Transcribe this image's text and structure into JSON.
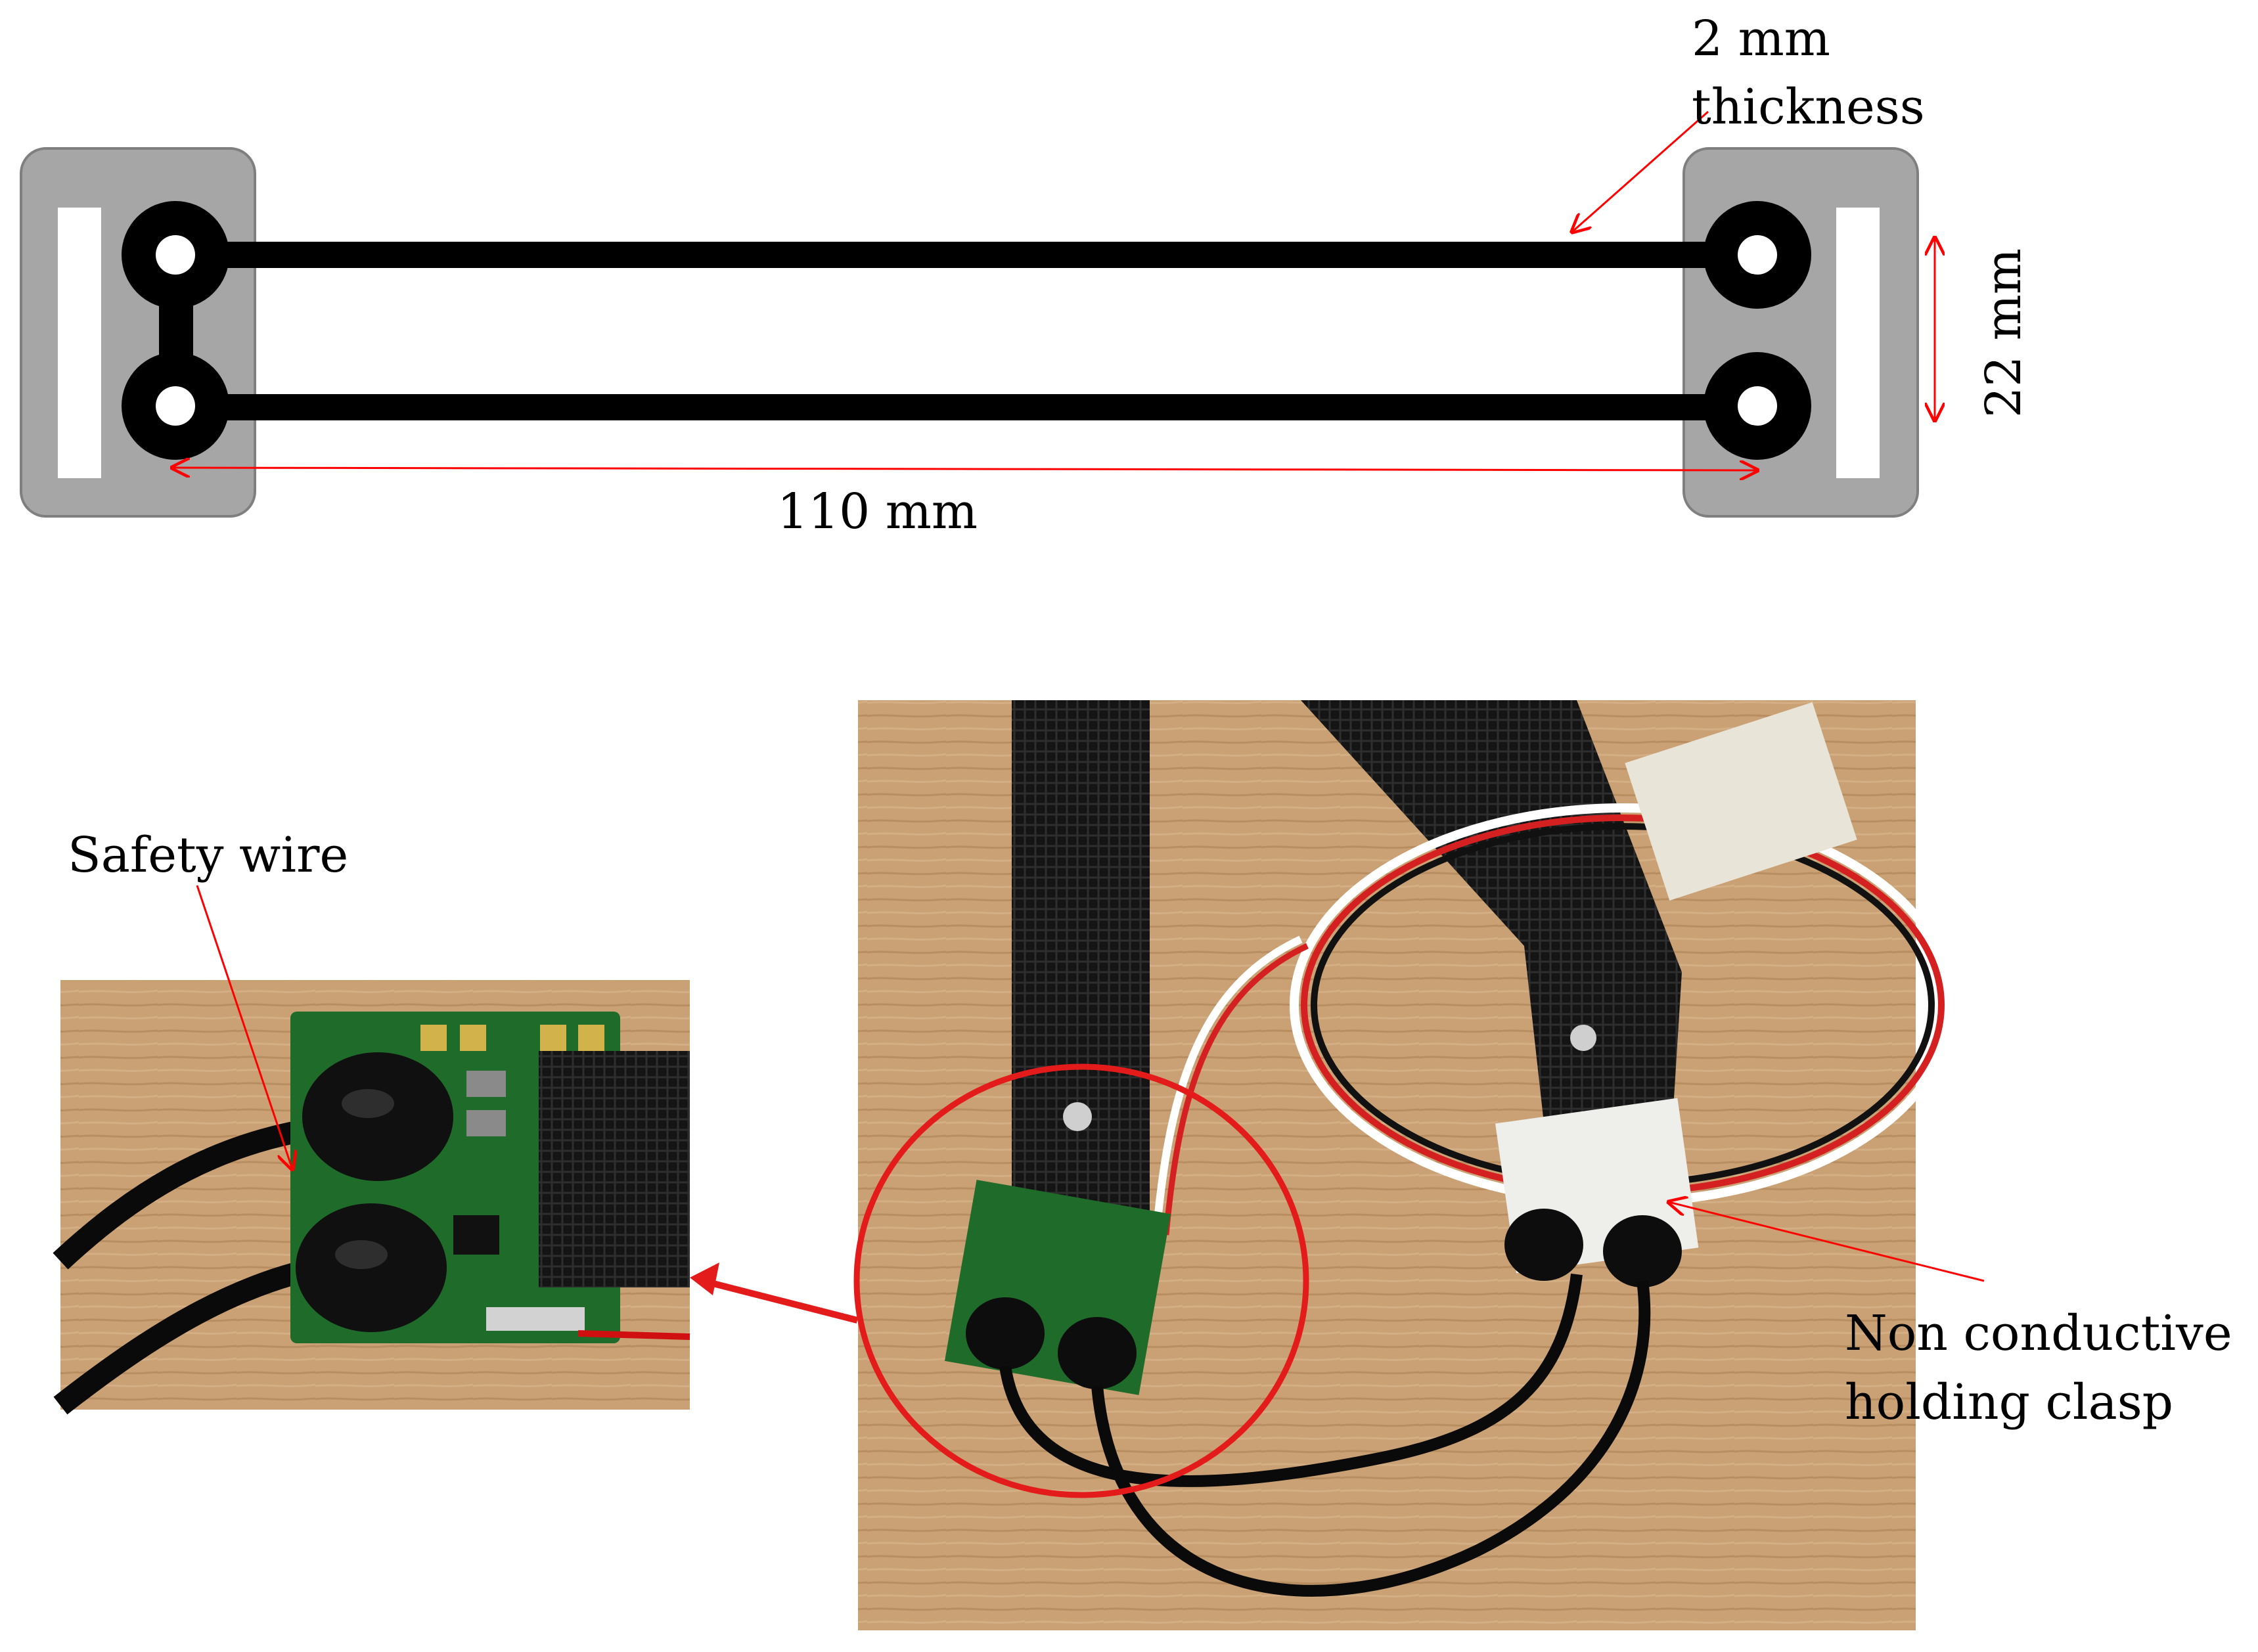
{
  "labels": {
    "thickness_line1": "2 mm",
    "thickness_line2": "thickness",
    "width": "22 mm",
    "length": "110 mm",
    "safety_wire": "Safety wire",
    "clasp_line1": "Non conductive",
    "clasp_line2": "holding clasp"
  },
  "colors": {
    "pad_gray": "#a6a6a6",
    "strap_black": "#000000",
    "annotation_red": "#ff0000",
    "highlight_circle": "#e41b1b",
    "pcb_green": "#1f6b2a",
    "wood": "#c79f72"
  },
  "icons": [
    "electrode-pad-icon",
    "snap-button-icon",
    "magnifier-arrow-icon"
  ]
}
